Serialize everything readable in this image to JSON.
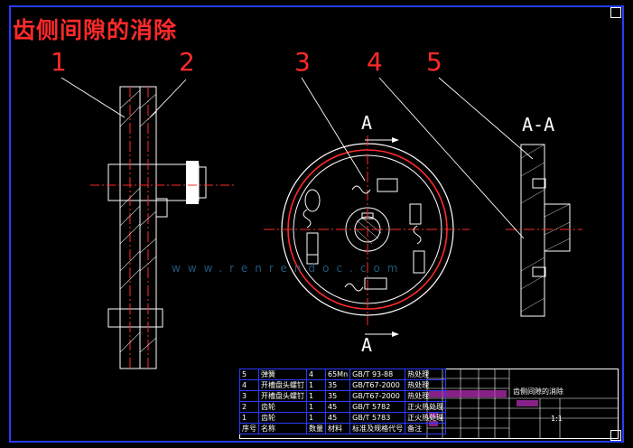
{
  "title": "齿侧间隙的消除",
  "callouts": [
    "1",
    "2",
    "3",
    "4",
    "5"
  ],
  "section_labels": {
    "cut_top": "A",
    "cut_bottom": "A",
    "section_view": "A-A"
  },
  "watermark": "www.renrendoc.com",
  "bom": {
    "rows": [
      [
        "5",
        "弹簧",
        "4",
        "65Mn",
        "GB/T 93-88",
        "热处理"
      ],
      [
        "4",
        "开槽盘头螺钉",
        "1",
        "35",
        "GB/T67-2000",
        "热处理"
      ],
      [
        "3",
        "开槽盘头螺钉",
        "1",
        "35",
        "GB/T67-2000",
        "热处理"
      ],
      [
        "2",
        "齿轮",
        "1",
        "45",
        "GB/T 5782",
        "正火热处理"
      ],
      [
        "1",
        "齿轮",
        "1",
        "45",
        "GB/T 5783",
        "正火热处理"
      ]
    ],
    "header": [
      "序号",
      "名称",
      "数量",
      "材料",
      "标准及规格代号",
      "备注"
    ]
  },
  "title_block": {
    "drawing_name": "齿侧间隙的消除",
    "scale": "1:1"
  },
  "colors": {
    "frame": "#2a3cff",
    "callout": "#ff2a2a",
    "outline": "#ffffff",
    "centerline": "#ff2a2a",
    "hatch": "#ffffff"
  }
}
